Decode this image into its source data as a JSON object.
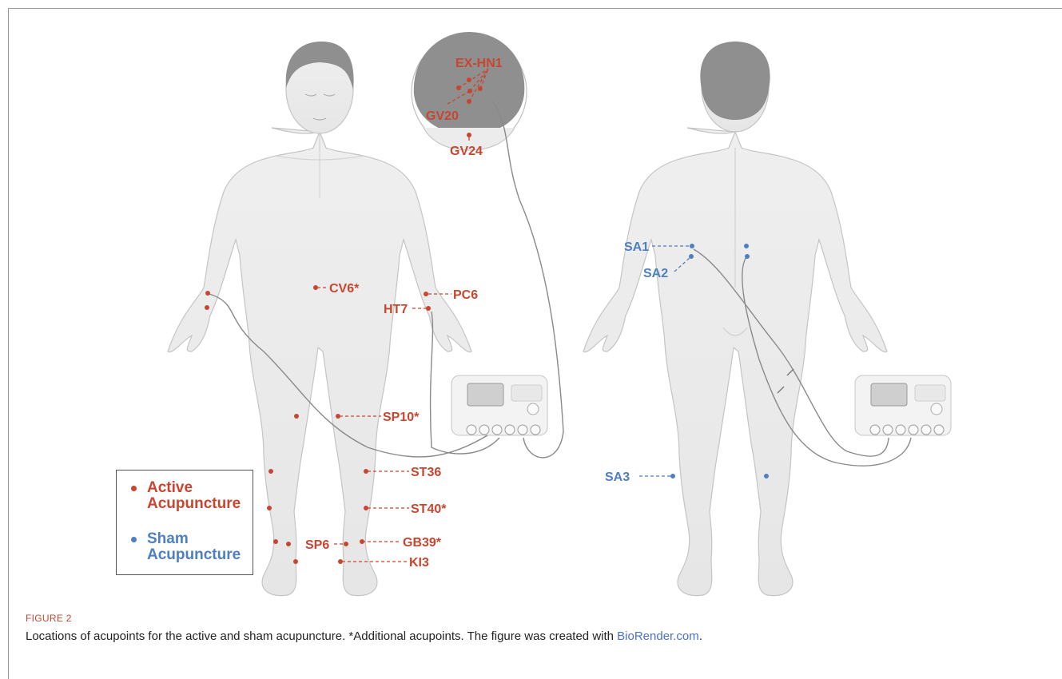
{
  "colors": {
    "active": "#c8462f",
    "sham": "#4d7fc1",
    "body": "#ececec",
    "body_edge": "#bdbdbd",
    "hair": "#8f8f8f"
  },
  "front_labels": {
    "ex_hn1": "EX-HN1",
    "gv20": "GV20",
    "gv24": "GV24",
    "cv6": "CV6*",
    "pc6": "PC6",
    "ht7": "HT7",
    "sp10": "SP10*",
    "st36": "ST36",
    "st40": "ST40*",
    "sp6": "SP6",
    "gb39": "GB39*",
    "ki3": "KI3"
  },
  "back_labels": {
    "sa1": "SA1",
    "sa2": "SA2",
    "sa3": "SA3"
  },
  "legend": {
    "active": "Active Acupuncture",
    "sham": "Sham Acupuncture"
  },
  "caption": {
    "title": "FIGURE 2",
    "text": "Locations of acupoints for the active and sham acupuncture. *Additional acupoints. The figure was created with ",
    "link": "BioRender.com",
    "end": "."
  }
}
